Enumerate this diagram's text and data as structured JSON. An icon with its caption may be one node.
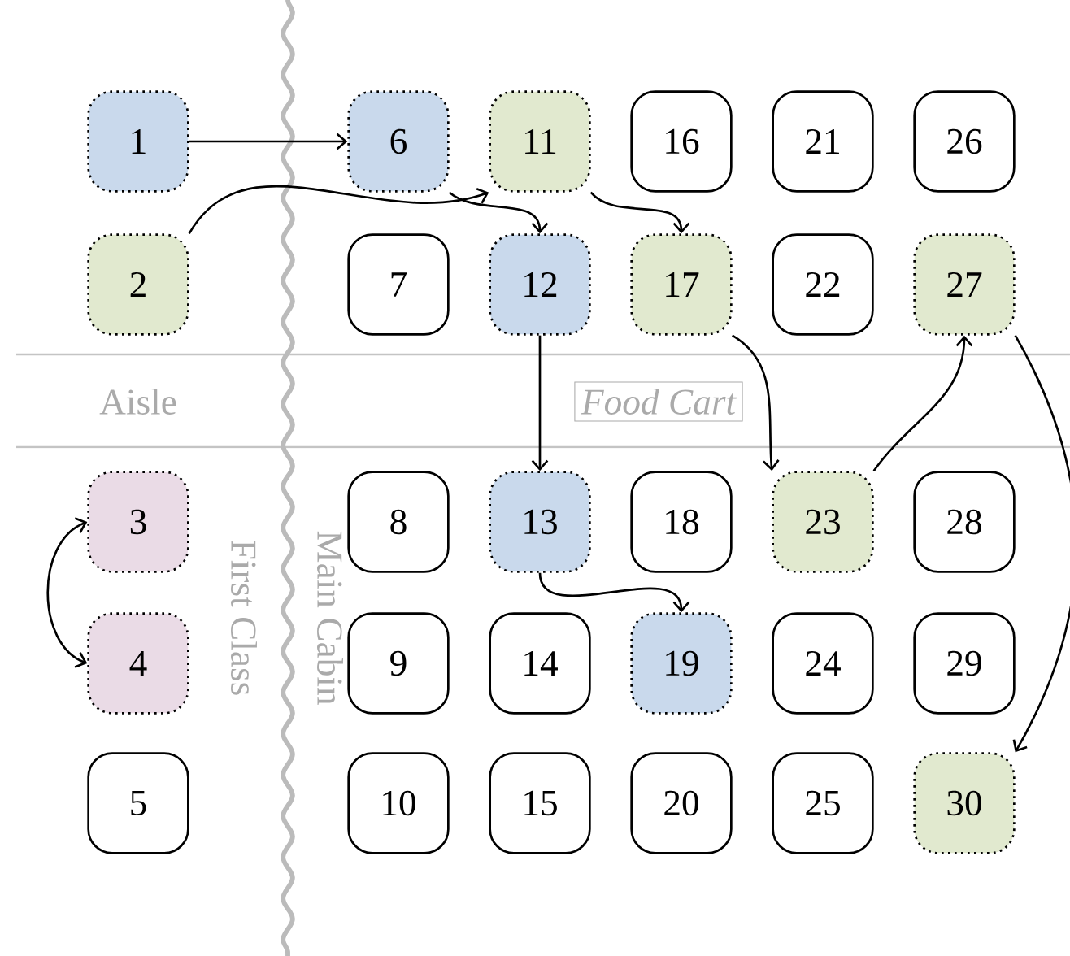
{
  "diagram": {
    "nodes": [
      {
        "text": [
          "1"
        ]
      },
      {
        "text": [
          "2"
        ]
      },
      {
        "text": [
          "3"
        ]
      },
      {
        "text": [
          "4"
        ]
      },
      {
        "text": [
          "5"
        ]
      },
      {
        "text": [
          "6"
        ]
      },
      {
        "text": [
          "7"
        ]
      },
      {
        "text": [
          "8"
        ]
      },
      {
        "text": [
          "9"
        ]
      },
      {
        "text": [
          "10"
        ]
      },
      {
        "text": [
          "11"
        ]
      },
      {
        "text": [
          "12"
        ]
      },
      {
        "text": [
          "13"
        ]
      },
      {
        "text": [
          "14"
        ]
      },
      {
        "text": [
          "15"
        ]
      },
      {
        "text": [
          "16"
        ]
      },
      {
        "text": [
          "17"
        ]
      },
      {
        "text": [
          "18"
        ]
      },
      {
        "text": [
          "19"
        ]
      },
      {
        "text": [
          "20"
        ]
      },
      {
        "text": [
          "21"
        ]
      },
      {
        "text": [
          "22"
        ]
      },
      {
        "text": [
          "23"
        ]
      },
      {
        "text": [
          "24"
        ]
      },
      {
        "text": [
          "25"
        ]
      },
      {
        "text": [
          "26"
        ]
      },
      {
        "text": [
          "27"
        ]
      },
      {
        "text": [
          "28"
        ]
      },
      {
        "text": [
          "29"
        ]
      },
      {
        "text": [
          "30"
        ]
      },
      {
        "text": [
          "Food Cart"
        ]
      }
    ],
    "edges": [
      {
        "from": 0,
        "to": 5,
        "arrow": "to"
      },
      {
        "from": 1,
        "to": 10,
        "arrow": "to"
      },
      {
        "from": 5,
        "to": 11,
        "arrow": "to"
      },
      {
        "from": 10,
        "to": 16,
        "arrow": "to"
      },
      {
        "from": 11,
        "to": 12,
        "arrow": "to"
      },
      {
        "from": 12,
        "to": 18,
        "arrow": "to"
      },
      {
        "from": 16,
        "to": 22,
        "arrow": "to"
      },
      {
        "from": 22,
        "to": 26,
        "arrow": "to"
      },
      {
        "from": 26,
        "to": 29,
        "arrow": "to"
      },
      {
        "from": 2,
        "to": 3,
        "arrow": "both"
      }
    ],
    "labels": [
      "Aisle",
      "First Class",
      "Main Cabin"
    ]
  }
}
